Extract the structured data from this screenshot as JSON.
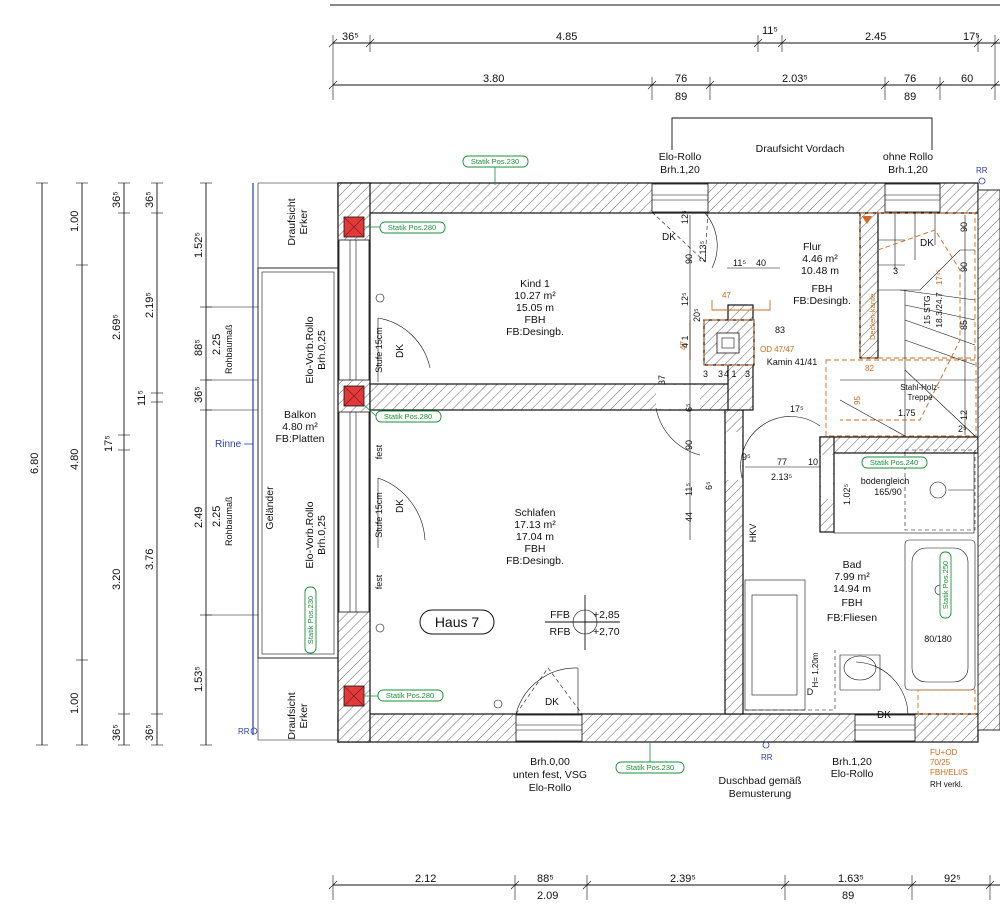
{
  "top_dims": {
    "row1": [
      "36⁵",
      "4.85",
      "11⁵",
      "2.45",
      "17⁵"
    ],
    "row2": [
      "3.80",
      "76",
      "2.03⁵",
      "76",
      "60"
    ],
    "row2b": [
      "89",
      "89"
    ]
  },
  "bottom_dims": {
    "row1": [
      "2.12",
      "88⁵",
      "2.39⁵",
      "1.63⁵",
      "92⁵"
    ],
    "row2": [
      "2.09",
      "89"
    ]
  },
  "left_dims": {
    "col1": [
      "6.80"
    ],
    "col2": [
      "1.00",
      "4.80",
      "1.00"
    ],
    "col3": [
      "36⁵",
      "2.69⁵",
      "17⁵",
      "3.20",
      "36⁵"
    ],
    "col4": [
      "36⁵",
      "2.19⁵",
      "11⁵",
      "3.76",
      "36⁵"
    ],
    "col5": [
      "1.52⁵",
      "88⁵",
      "36⁵",
      "2.49",
      "1.53⁵"
    ],
    "rohbau": [
      "2.25",
      "Rohbaumaß",
      "2.25",
      "Rohbaumaß"
    ]
  },
  "rooms": {
    "kind": [
      "Kind  1",
      "10.27  m²",
      "15.05  m",
      "FBH",
      "FB:Desingb."
    ],
    "schlafen": [
      "Schlafen",
      "17.13  m²",
      "17.04  m",
      "FBH",
      "FB:Desingb."
    ],
    "flur": [
      "Flur",
      "4.46  m²",
      "10.48  m",
      "FBH",
      "FB:Desingb."
    ],
    "bad": [
      "Bad",
      "7.99  m²",
      "14.94  m",
      "FBH",
      "FB:Fliesen"
    ],
    "balkon": [
      "Balkon",
      "4.80  m²",
      "FB:Platten"
    ]
  },
  "labels": {
    "haus": "Haus 7",
    "draufsicht_vordach": "Draufsicht  Vordach",
    "elo_rollo_top": [
      "Elo-Rollo",
      "Brh.1,20"
    ],
    "ohne_rollo": [
      "ohne  Rollo",
      "Brh.1,20"
    ],
    "draufsicht_erker": [
      "Draufsicht",
      "Erker"
    ],
    "elo_vorb_rollo": [
      "Elo-Vorb.Rollo",
      "Brh.0,25"
    ],
    "gelaender": "Geländer",
    "rinne": "Rinne",
    "rr": "RR",
    "stufe": "Stufe  15cm",
    "fest": "fest",
    "dk": "DK",
    "ffb": "FFB",
    "rfb": "RFB",
    "ffb_val": "+2,85",
    "rfb_val": "+2,70",
    "bottom_left": [
      "Brh.0,00",
      "unten  fest,  VSG",
      "Elo-Rollo"
    ],
    "bottom_mid": [
      "Duschbad  gemäß",
      "Bemusterung"
    ],
    "bottom_right": [
      "Brh.1,20",
      "Elo-Rollo"
    ],
    "fu_od": [
      "FU+OD",
      "70/25",
      "FBH/ELI/S"
    ],
    "rh_verkl": "RH  verkl.",
    "bodengleich": [
      "bodengleich",
      "165/90"
    ],
    "wanne": "80/180",
    "kamin": "Kamin  41/41",
    "od": "OD  47/47",
    "treppe": [
      "Stahl-Holz-",
      "Treppe"
    ],
    "stg": [
      "15  STG",
      "18.3/24.7"
    ],
    "deckenkante": "Decken-kante",
    "hkv": "HKV",
    "wc_h": "H= 1,20m",
    "d_label": "D"
  },
  "statik": [
    "Statik  Pos.230",
    "Statik  Pos.280",
    "Statik  Pos.280",
    "Statik  Pos.280",
    "Statik  Pos.230",
    "Statik  Pos.240",
    "Statik  Pos.250",
    "Statik  Pos.230"
  ],
  "inner_dims": [
    "11⁵",
    "40",
    "47",
    "12⁵",
    "20⁵",
    "4 1",
    "3",
    "47",
    "37",
    "3",
    "4 1",
    "3",
    "83",
    "17⁵",
    "9⁵",
    "77",
    "10",
    "2.13⁵",
    "90",
    "12⁵",
    "2.13⁵",
    "90",
    "6⁵",
    "44",
    "11⁵",
    "6⁵",
    "1.02⁵",
    "1.75",
    "82",
    "95",
    "90",
    "17⁴⁵",
    "85",
    "90",
    "2⁵",
    "12",
    "3"
  ]
}
